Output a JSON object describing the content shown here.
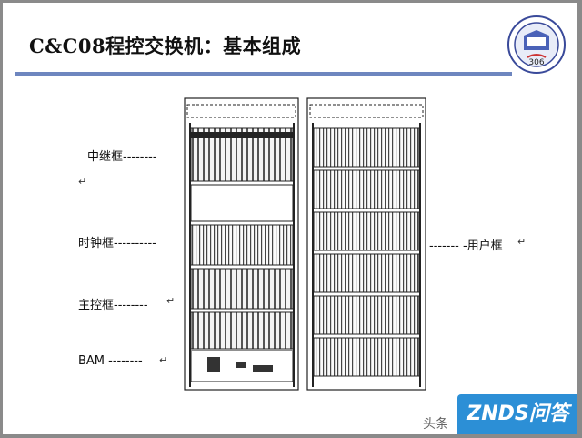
{
  "slide": {
    "title": "C&C08程控交换机：基本组成",
    "logo_text": "306"
  },
  "labels": {
    "relay_frame": "中继框--------",
    "clock_frame": "时钟框----------",
    "main_control_frame": "主控框--------",
    "bam": "BAM --------",
    "user_frame": "------- -用户框"
  },
  "para_mark": "↵",
  "watermark": {
    "text": "头条",
    "badge": "ZNDS问答"
  },
  "colors": {
    "rule": "#6e86bf",
    "badge": "#2c8fd6"
  }
}
